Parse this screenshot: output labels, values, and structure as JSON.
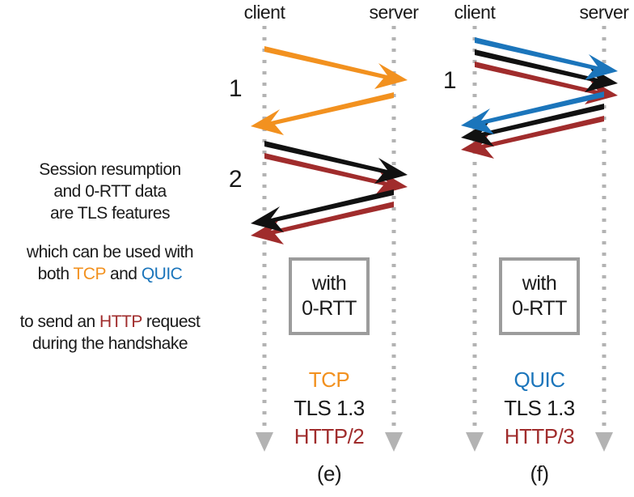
{
  "colors": {
    "tcp_orange": "#f2911f",
    "quic_blue": "#1b75bb",
    "http_red": "#a02c2c",
    "tls_black": "#111111",
    "lifeline_gray": "#b3b3b3",
    "box_border_gray": "#9c9c9c",
    "text": "#1a1a1a",
    "background": "#ffffff"
  },
  "caption": {
    "paragraph1": [
      "Session resumption",
      "and 0-RTT data",
      "are TLS features"
    ],
    "paragraph2_prefix": "which can be used with",
    "paragraph2_line2_a": "both ",
    "paragraph2_line2_tcp": "TCP",
    "paragraph2_line2_b": " and ",
    "paragraph2_line2_quic": "QUIC",
    "paragraph3_line1_a": "to send an ",
    "paragraph3_line1_http": "HTTP",
    "paragraph3_line1_b": " request",
    "paragraph3_line2": "during the handshake"
  },
  "diagrams": [
    {
      "id": "e",
      "figure_label": "(e)",
      "client_label": "client",
      "server_label": "server",
      "rtt_labels": [
        "1",
        "2"
      ],
      "box": {
        "line1": "with",
        "line2": "0-RTT"
      },
      "stack": {
        "transport": "TCP",
        "tls": "TLS 1.3",
        "http": "HTTP/2"
      },
      "transport_color_key": "tcp_orange",
      "messages": [
        {
          "order": 1,
          "direction": "client-to-server",
          "protocols": [
            "TCP"
          ]
        },
        {
          "order": 2,
          "direction": "server-to-client",
          "protocols": [
            "TCP"
          ]
        },
        {
          "order": 3,
          "direction": "client-to-server",
          "protocols": [
            "TLS 1.3",
            "HTTP/2"
          ]
        },
        {
          "order": 4,
          "direction": "server-to-client",
          "protocols": [
            "TLS 1.3",
            "HTTP/2"
          ]
        }
      ],
      "round_trips": 2
    },
    {
      "id": "f",
      "figure_label": "(f)",
      "client_label": "client",
      "server_label": "server",
      "rtt_labels": [
        "1"
      ],
      "box": {
        "line1": "with",
        "line2": "0-RTT"
      },
      "stack": {
        "transport": "QUIC",
        "tls": "TLS 1.3",
        "http": "HTTP/3"
      },
      "transport_color_key": "quic_blue",
      "messages": [
        {
          "order": 1,
          "direction": "client-to-server",
          "protocols": [
            "QUIC",
            "TLS 1.3",
            "HTTP/3"
          ]
        },
        {
          "order": 2,
          "direction": "server-to-client",
          "protocols": [
            "QUIC",
            "TLS 1.3",
            "HTTP/3"
          ]
        }
      ],
      "round_trips": 1
    }
  ]
}
